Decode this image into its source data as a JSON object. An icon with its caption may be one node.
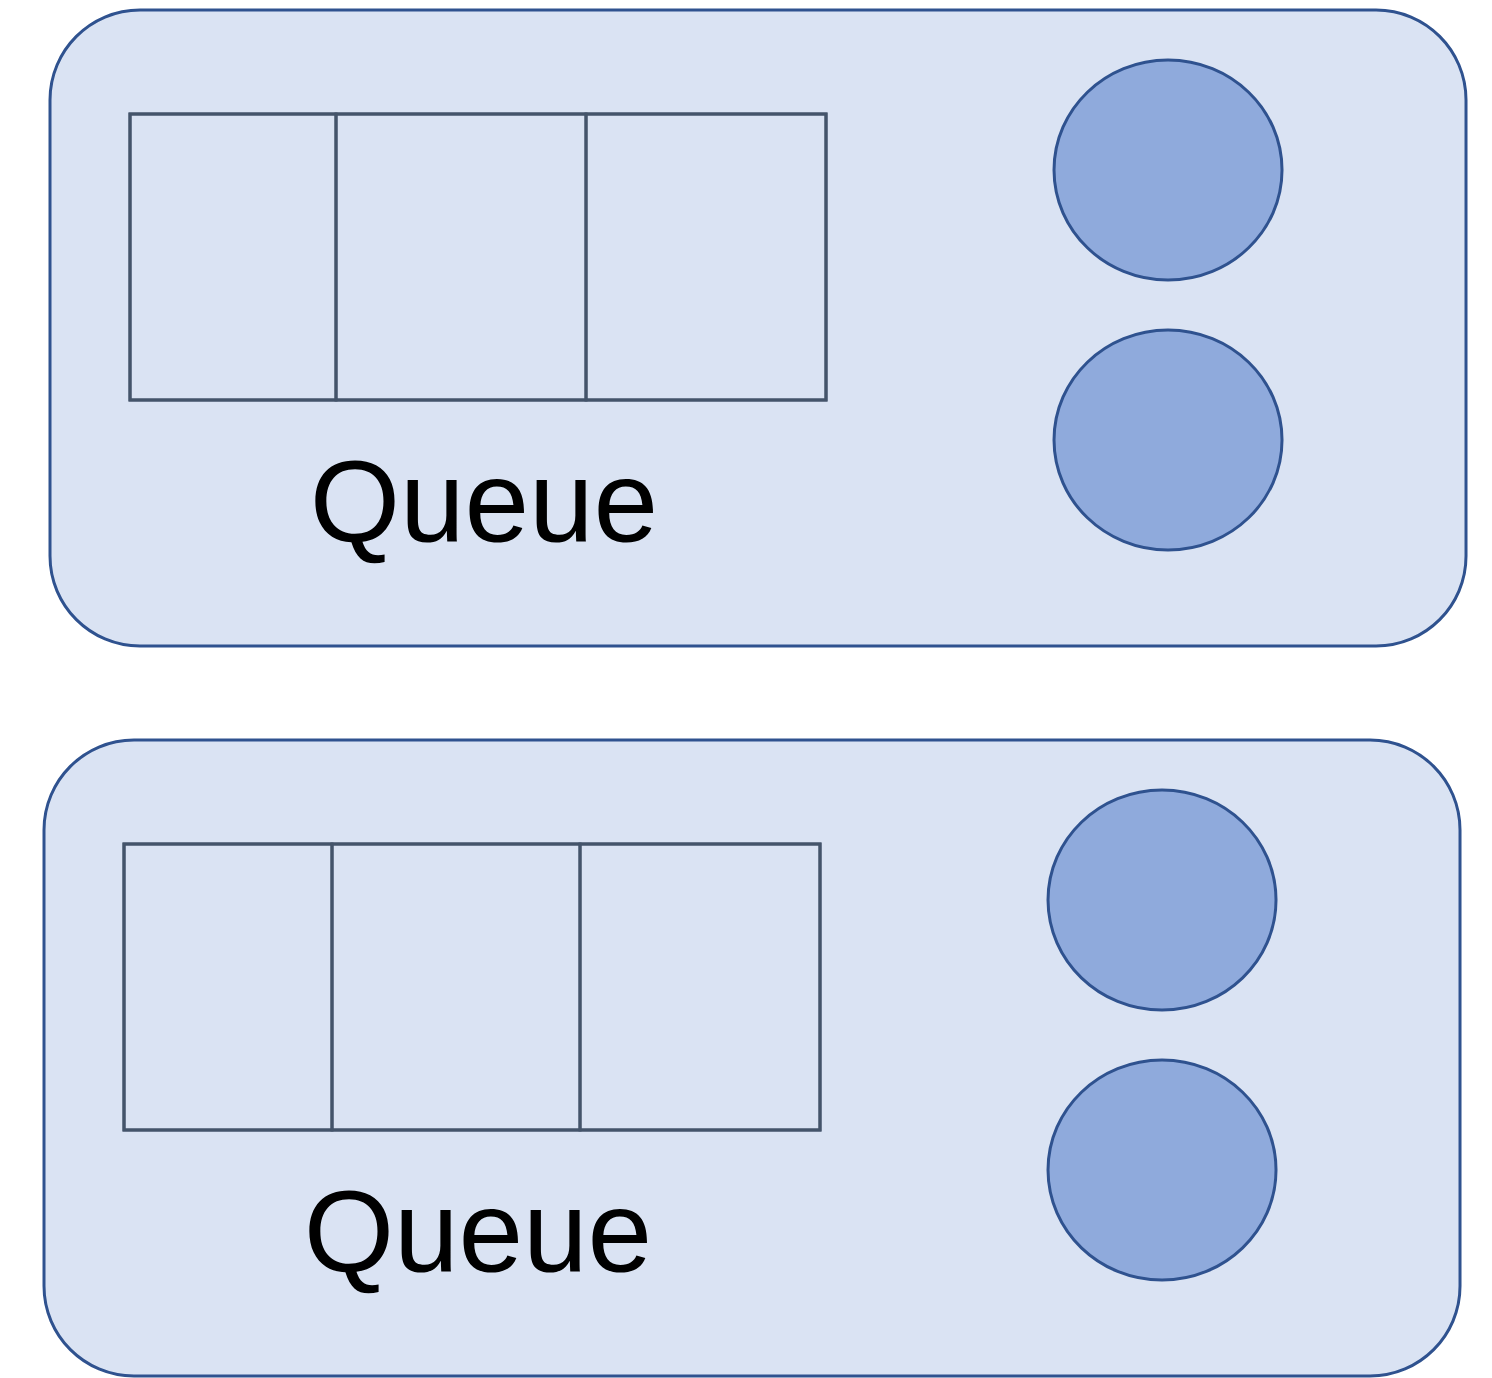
{
  "diagram": {
    "nodes": [
      {
        "text": [],
        "shape": "box"
      },
      {
        "text": [
          "Queue"
        ],
        "in": 0
      },
      {
        "text": [],
        "shape": "box",
        "in": 1
      },
      {
        "text": [],
        "shape": "box",
        "in": 1
      },
      {
        "text": [],
        "shape": "box",
        "in": 1
      },
      {
        "text": [],
        "shape": "circle",
        "in": 0
      },
      {
        "text": [],
        "shape": "circle",
        "in": 0
      },
      {
        "text": [],
        "shape": "box"
      },
      {
        "text": [
          "Queue"
        ],
        "in": 7
      },
      {
        "text": [],
        "shape": "box",
        "in": 8
      },
      {
        "text": [],
        "shape": "box",
        "in": 8
      },
      {
        "text": [],
        "shape": "box",
        "in": 8
      },
      {
        "text": [],
        "shape": "circle",
        "in": 7
      },
      {
        "text": [],
        "shape": "circle",
        "in": 7
      }
    ]
  }
}
